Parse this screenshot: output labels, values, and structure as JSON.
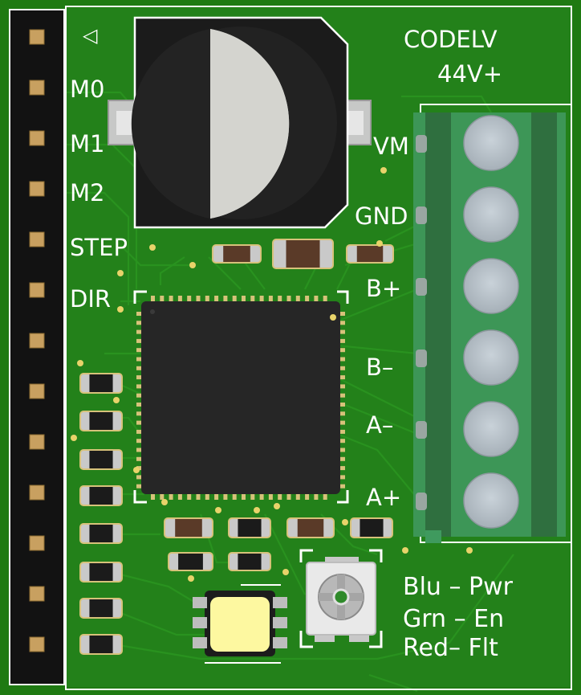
{
  "board": {
    "title_line1": "CODELV",
    "title_line2": "44V+",
    "pin_marker": "◁",
    "header_labels": [
      "M0",
      "M1",
      "M2",
      "STEP",
      "DIR"
    ],
    "terminal_labels": [
      "VM",
      "GND",
      "B+",
      "B–",
      "A–",
      "A+"
    ],
    "led_legend": [
      "Blu – Pwr",
      "Grn – En",
      "Red– Flt"
    ]
  },
  "colors": {
    "pcb": "#1f7a12",
    "silkscreen": "#ffffff",
    "terminal_block": "#3f9a5e",
    "header": "#121212",
    "pin": "#c8a060",
    "ic": "#262626"
  }
}
